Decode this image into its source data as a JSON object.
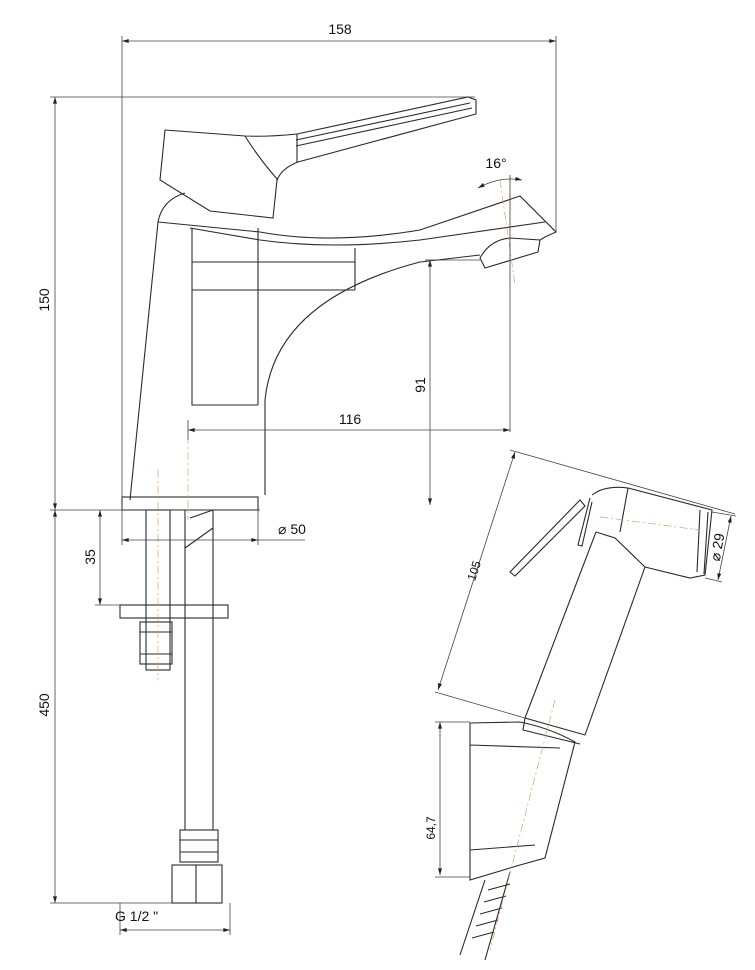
{
  "dimensions": {
    "total_width": "158",
    "spout_angle": "16°",
    "total_height": "150",
    "spout_height": "91",
    "spout_reach": "116",
    "base_diameter": "⌀ 50",
    "max_deck_thickness": "35",
    "hose_length": "450",
    "thread": "G 1/2 \"",
    "hand_shower_length": "105",
    "hand_shower_diameter": "⌀ 29",
    "holder_height": "64,7"
  }
}
